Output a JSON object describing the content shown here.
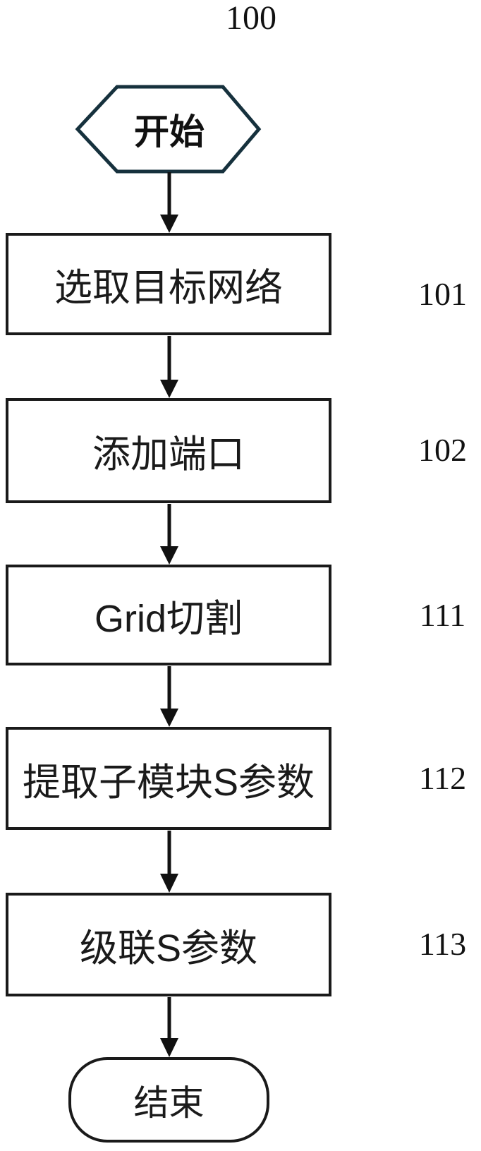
{
  "figure": {
    "figure_label": "100",
    "start_node": {
      "label": "开始",
      "shape": "hexagon"
    },
    "steps": [
      {
        "label": "选取目标网络",
        "ref": "101"
      },
      {
        "label": "添加端口",
        "ref": "102"
      },
      {
        "label": "Grid切割",
        "ref": "111"
      },
      {
        "label": "提取子模块S参数",
        "ref": "112"
      },
      {
        "label": "级联S参数",
        "ref": "113"
      }
    ],
    "end_node": {
      "label": "结束",
      "shape": "rounded-rectangle"
    },
    "colors": {
      "start_border": "#16313d",
      "shape_border": "#1a1a1a",
      "arrow": "#111111",
      "text": "#1a1a1a",
      "background": "#ffffff"
    }
  }
}
